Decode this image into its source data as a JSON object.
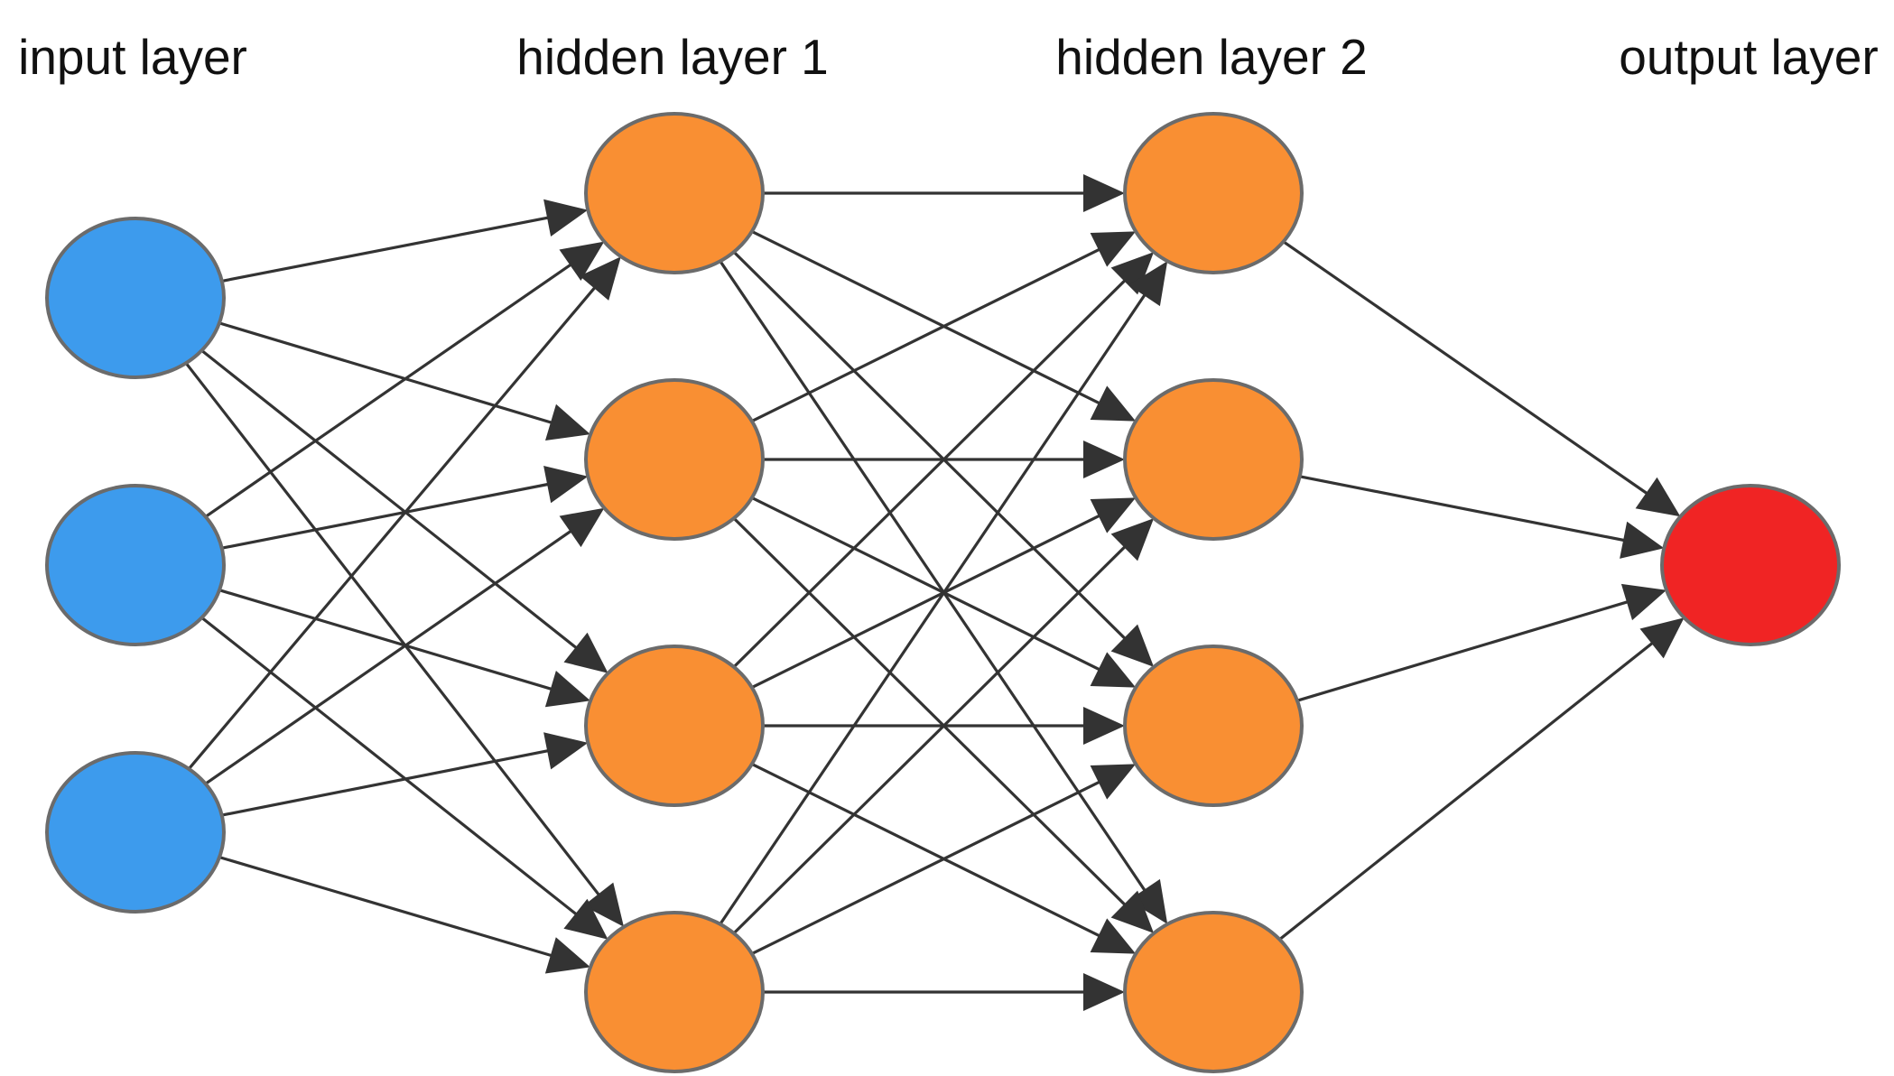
{
  "layers": [
    {
      "id": "input",
      "label": "input layer",
      "neuron_count": 3,
      "color": "#3d9bed"
    },
    {
      "id": "hidden1",
      "label": "hidden layer 1",
      "neuron_count": 4,
      "color": "#f98f33"
    },
    {
      "id": "hidden2",
      "label": "hidden layer 2",
      "neuron_count": 4,
      "color": "#f98f33"
    },
    {
      "id": "output",
      "label": "output layer",
      "neuron_count": 1,
      "color": "#f02424"
    }
  ],
  "connectivity": "fully-connected",
  "edge_color": "#333333",
  "neuron_stroke_color": "#6b6b6b"
}
